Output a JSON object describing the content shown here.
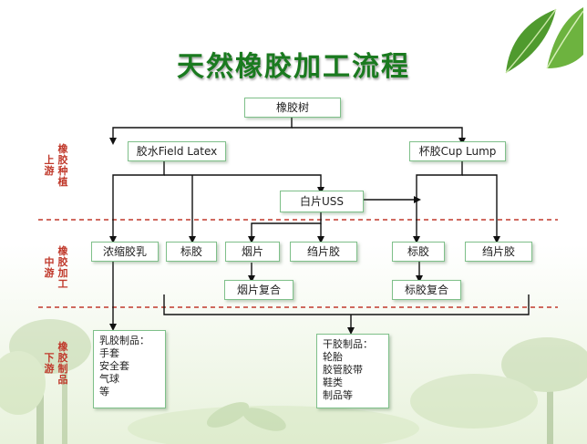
{
  "title": "天然橡胶加工流程",
  "stages": {
    "upstream": {
      "label": "上游",
      "sub": "橡胶种植"
    },
    "midstream": {
      "label": "中游",
      "sub": "橡胶加工"
    },
    "downstream": {
      "label": "下游",
      "sub": "橡胶制品"
    }
  },
  "nodes": {
    "rubber_tree": "橡胶树",
    "field_latex": "胶水Field Latex",
    "cup_lump": "杯胶Cup Lump",
    "uss": "白片USS",
    "concentrated_latex": "浓缩胶乳",
    "standard_rubber_left": "标胶",
    "smoked_sheet": "烟片",
    "crepe_left": "绉片胶",
    "standard_rubber_right": "标胶",
    "crepe_right": "绉片胶",
    "smoked_compound": "烟片复合",
    "standard_compound": "标胶复合"
  },
  "latex_products": {
    "heading": "乳胶制品：",
    "items": [
      "手套",
      "安全套",
      "气球",
      "等"
    ]
  },
  "dry_products": {
    "heading": "干胶制品：",
    "items": [
      "轮胎",
      "胶管胶带",
      "鞋类",
      "制品等"
    ]
  },
  "colors": {
    "title": "#1a7a1f",
    "stage": "#c0392b",
    "divider": "#c0392b",
    "box_border": "#7fc08a"
  }
}
